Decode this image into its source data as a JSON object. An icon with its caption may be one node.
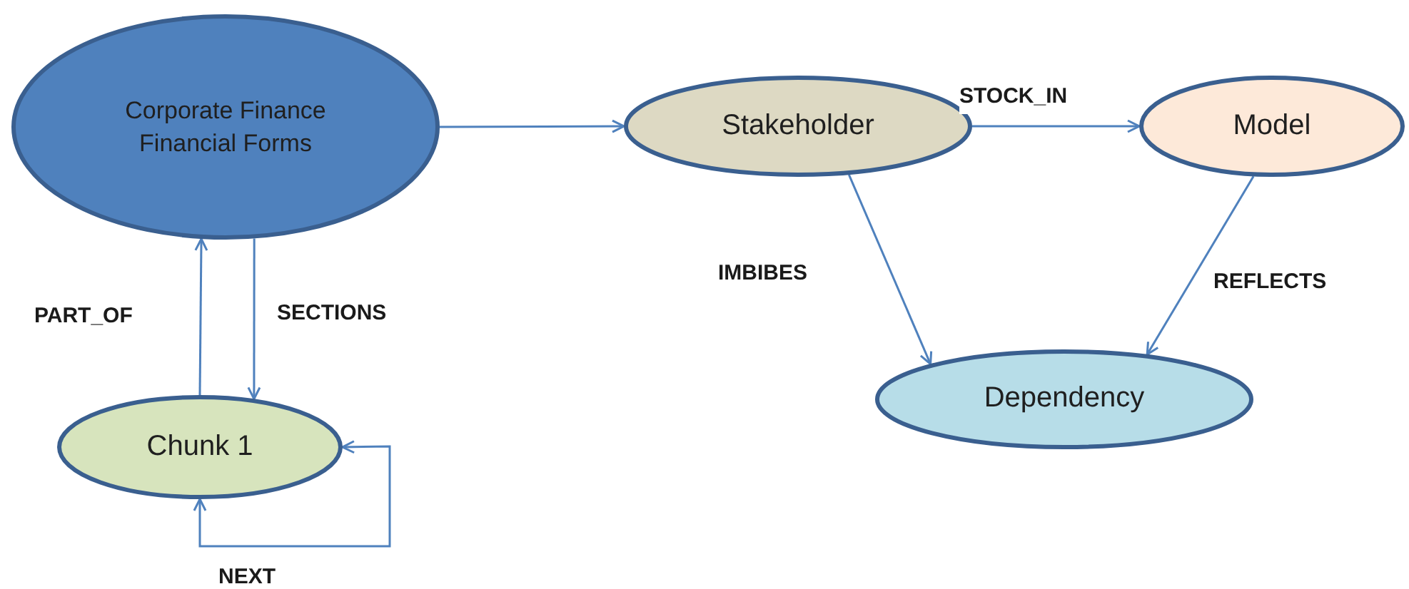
{
  "diagram": {
    "nodes": [
      {
        "text": [
          "Corporate Finance Financial Forms"
        ]
      },
      {
        "text": [
          "Stakeholder"
        ]
      },
      {
        "text": [
          "Model"
        ]
      },
      {
        "text": [
          "Dependency"
        ]
      },
      {
        "text": [
          "Chunk 1"
        ]
      }
    ],
    "edges": [
      {
        "from": 0,
        "to": 1,
        "arrow": "to"
      },
      {
        "from": 1,
        "to": 2,
        "arrow": "to",
        "label": "STOCK_IN"
      },
      {
        "from": 1,
        "to": 3,
        "arrow": "to",
        "label": "IMBIBES"
      },
      {
        "from": 2,
        "to": 3,
        "arrow": "to",
        "label": "REFLECTS"
      },
      {
        "from": 4,
        "to": 0,
        "arrow": "to",
        "label": "PART_OF"
      },
      {
        "from": 0,
        "to": 4,
        "arrow": "to",
        "label": "SECTIONS"
      },
      {
        "from": 4,
        "to": 4,
        "arrow": "both",
        "label": "NEXT"
      }
    ]
  }
}
